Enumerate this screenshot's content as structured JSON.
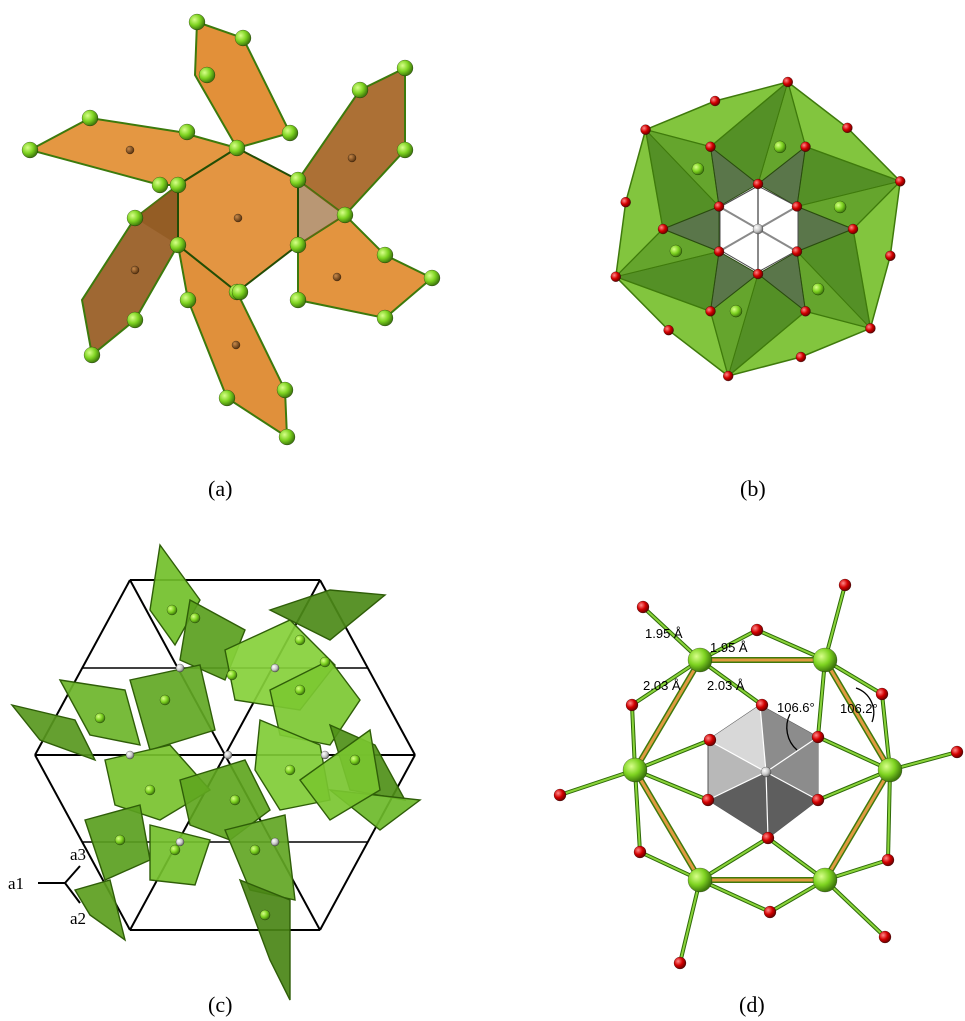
{
  "panels": {
    "a": {
      "caption": "(a)"
    },
    "b": {
      "caption": "(b)"
    },
    "c": {
      "caption": "(c)",
      "axes": {
        "a1": "a1",
        "a2": "a2",
        "a3": "a3"
      }
    },
    "d": {
      "caption": "(d)",
      "measurements": {
        "dist_top_left": "1.95 Å",
        "dist_top_right": "1.95 Å",
        "dist_mid_left": "2.03 Å",
        "dist_mid_right": "2.03 Å",
        "angle_inner": "106.6°",
        "angle_outer": "106.2°"
      }
    }
  },
  "colors": {
    "green_atom": "#7ed321",
    "red_atom": "#d40000",
    "orange_poly": "#e08a2e",
    "green_poly": "#6fbf2a",
    "grey_poly": "#a0a0a0",
    "bond_orange": "#e09a40"
  }
}
